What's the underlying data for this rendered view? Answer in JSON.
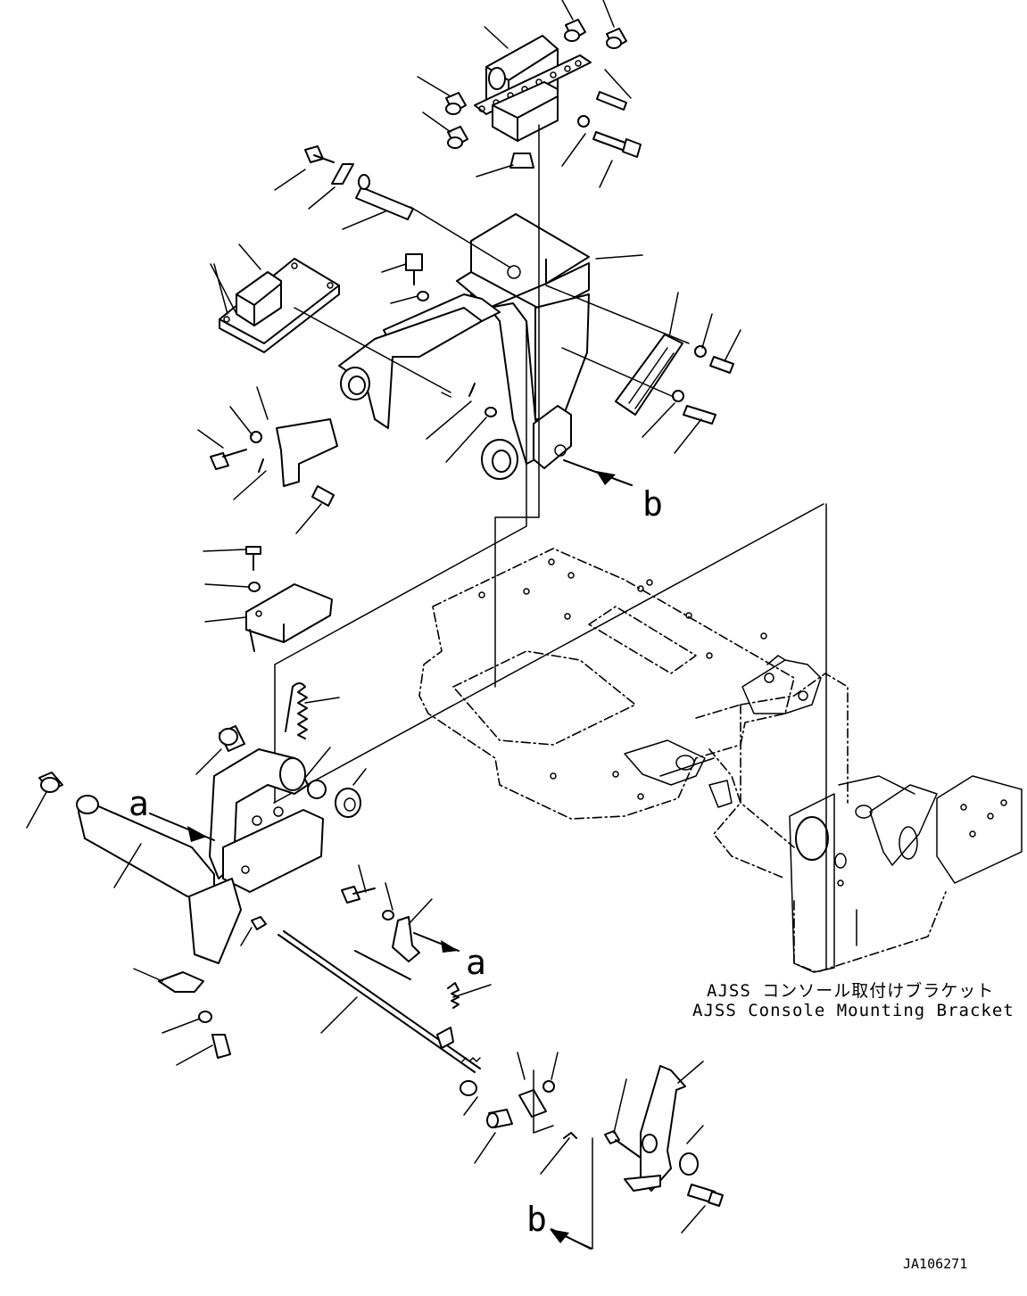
{
  "labels": {
    "view_a_top": "a",
    "view_a_bottom": "a",
    "view_b_top": "b",
    "view_b_bottom": "b"
  },
  "caption": {
    "japanese": "AJSS コンソール取付けブラケット",
    "english": "AJSS Console Mounting Bracket"
  },
  "drawing_code": "JA106271"
}
